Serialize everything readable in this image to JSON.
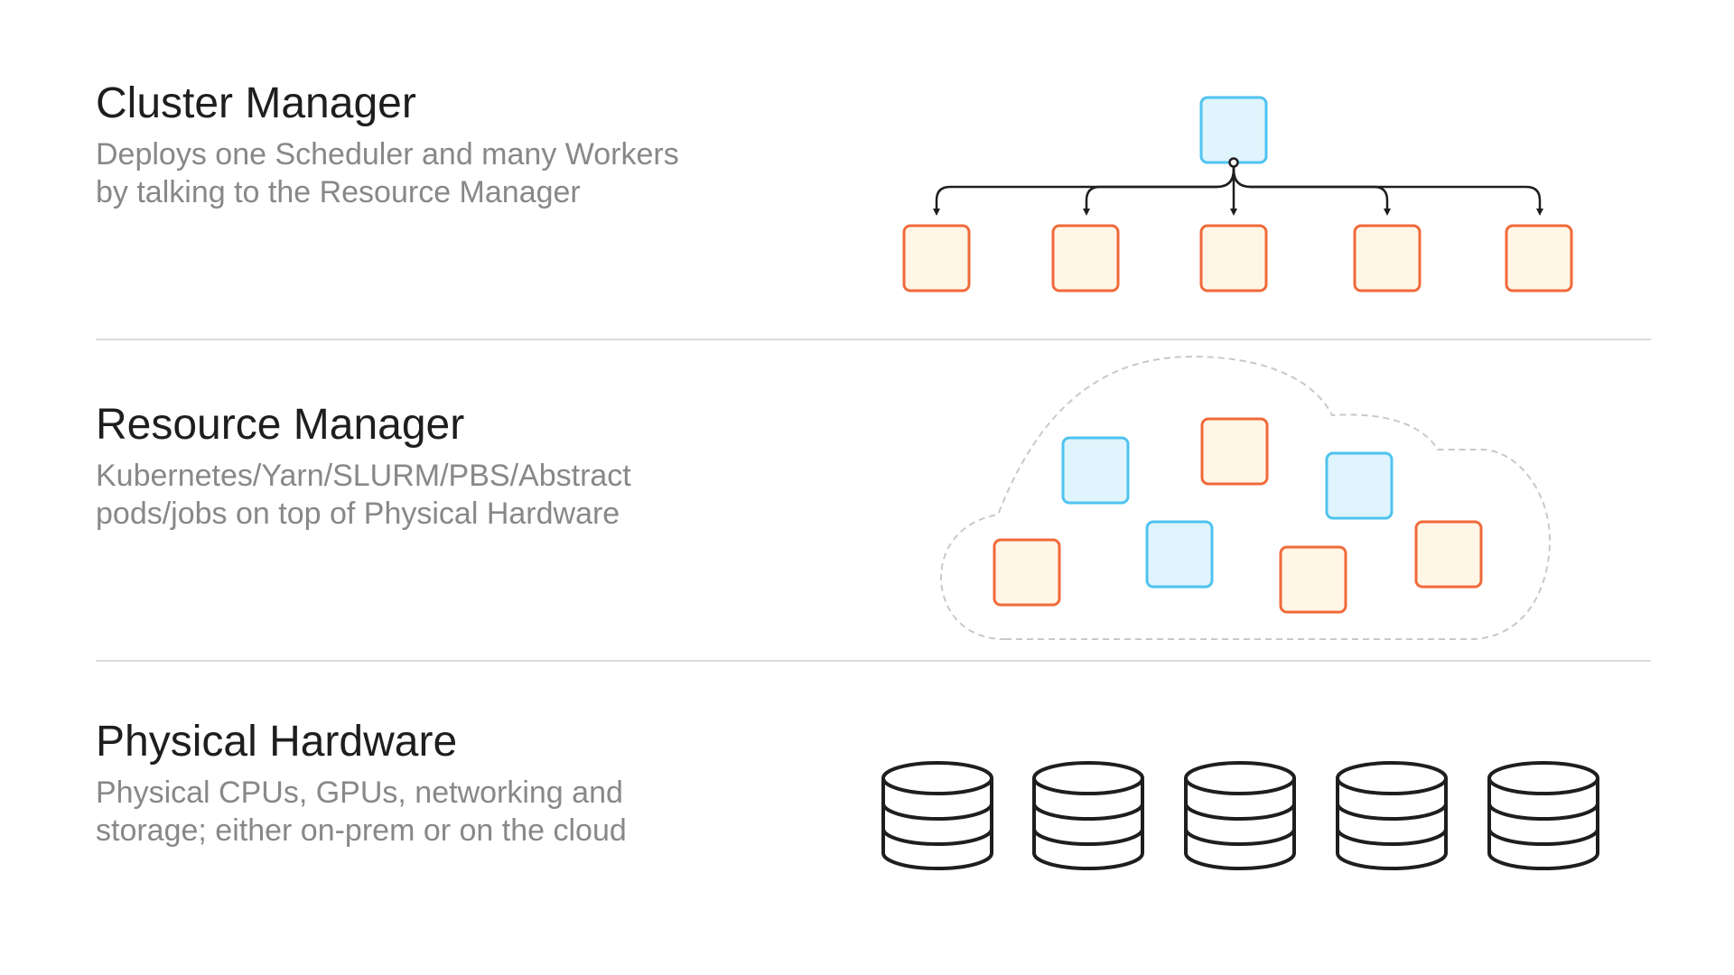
{
  "sections": [
    {
      "title": "Cluster Manager",
      "lines": [
        "Deploys one Scheduler and many Workers",
        "by talking to the Resource Manager"
      ]
    },
    {
      "title": "Resource Manager",
      "lines": [
        "Kubernetes/Yarn/SLURM/PBS/Abstract",
        "pods/jobs on top of Physical Hardware"
      ]
    },
    {
      "title": "Physical Hardware",
      "lines": [
        "Physical CPUs, GPUs, networking and",
        "storage; either on-prem or on the cloud"
      ]
    }
  ],
  "colors": {
    "scheduler_stroke": "#4fc3f0",
    "scheduler_fill": "#dff4fc",
    "worker_stroke": "#f06a3a",
    "worker_fill": "#fff6e6",
    "title": "#1e1e1e",
    "description": "#888888",
    "divider": "#dadada",
    "cloud_outline": "#c8c8c8",
    "storage": "#1e1e1e"
  }
}
